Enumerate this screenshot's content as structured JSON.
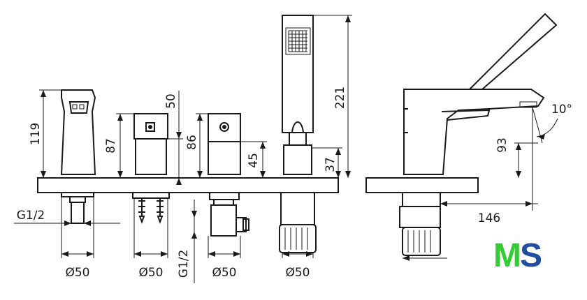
{
  "dimensions": {
    "spout_height": "119",
    "valve_height": "87",
    "valve_top": "50",
    "diverter_height": "86",
    "diverter_mid": "45",
    "handshower_length": "221",
    "holder_height": "37",
    "side_height": "93",
    "reach": "146",
    "angle": "10°",
    "thread_left": "G1/2",
    "thread_bottom": "G1/2",
    "dia_1": "Ø50",
    "dia_2": "Ø50",
    "dia_3": "Ø50",
    "dia_4": "Ø50"
  },
  "logo": {
    "m": "M",
    "s": "S",
    "color_m": "#33cc33",
    "color_s": "#1f4e9e"
  }
}
